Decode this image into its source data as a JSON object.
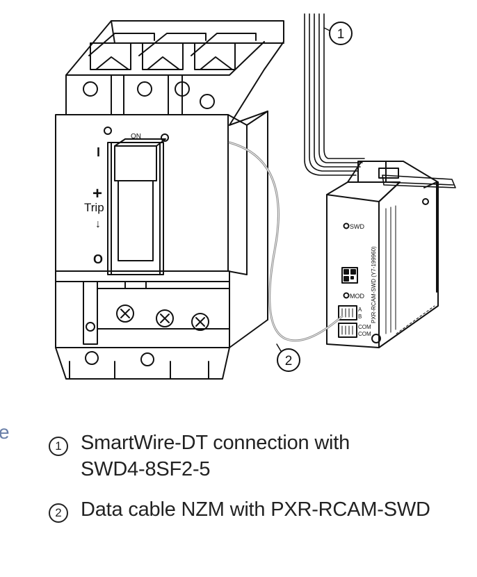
{
  "diagram": {
    "breaker_labels": {
      "on": "ON",
      "on_symbol": "I",
      "off_symbol": "O",
      "trip": "Trip",
      "plus": "+"
    },
    "module_labels": {
      "swd": "SWD",
      "mod": "MOD",
      "a": "A",
      "b": "B",
      "com1": "COM",
      "com2": "COM",
      "model": "PXR-RCAM-SWD  (Y7-199960)"
    },
    "callouts": [
      {
        "number": "1"
      },
      {
        "number": "2"
      }
    ]
  },
  "legend": {
    "items": [
      {
        "number": "1",
        "line1": "SmartWire-DT connection with",
        "line2": "SWD4-8SF2-5"
      },
      {
        "number": "2",
        "line1": "Data cable NZM with PXR-RCAM-SWD",
        "line2": ""
      }
    ]
  },
  "edge_mark": "e"
}
